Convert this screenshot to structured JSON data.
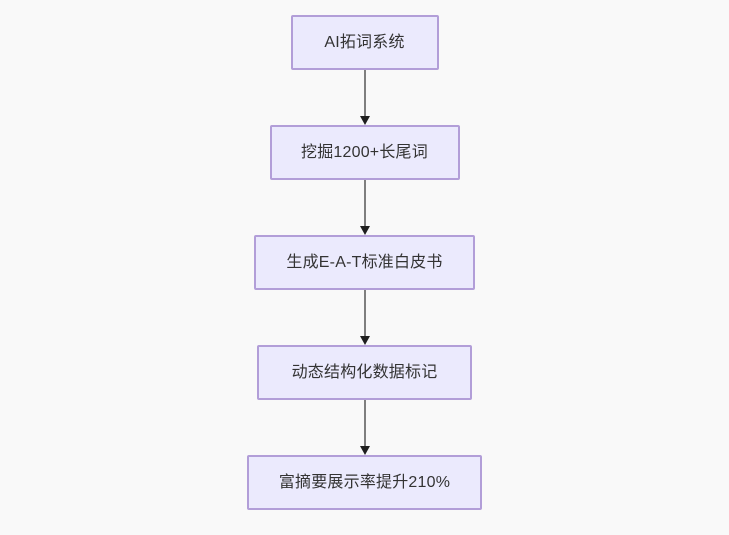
{
  "diagram": {
    "type": "flowchart",
    "orientation": "top-to-bottom",
    "background_color": "#f9f9f9",
    "node_fill_color": "#ebeafd",
    "node_border_color": "#b29ed8",
    "node_text_color": "#333333",
    "connector_line_color": "#7f7f7f",
    "connector_arrow_color": "#1f1f1f",
    "nodes": [
      {
        "id": "node-1",
        "label": "AI拓词系统"
      },
      {
        "id": "node-2",
        "label": "挖掘1200+长尾词"
      },
      {
        "id": "node-3",
        "label": "生成E-A-T标准白皮书"
      },
      {
        "id": "node-4",
        "label": "动态结构化数据标记"
      },
      {
        "id": "node-5",
        "label": "富摘要展示率提升210%"
      }
    ],
    "edges": [
      {
        "from": "node-1",
        "to": "node-2"
      },
      {
        "from": "node-2",
        "to": "node-3"
      },
      {
        "from": "node-3",
        "to": "node-4"
      },
      {
        "from": "node-4",
        "to": "node-5"
      }
    ]
  }
}
